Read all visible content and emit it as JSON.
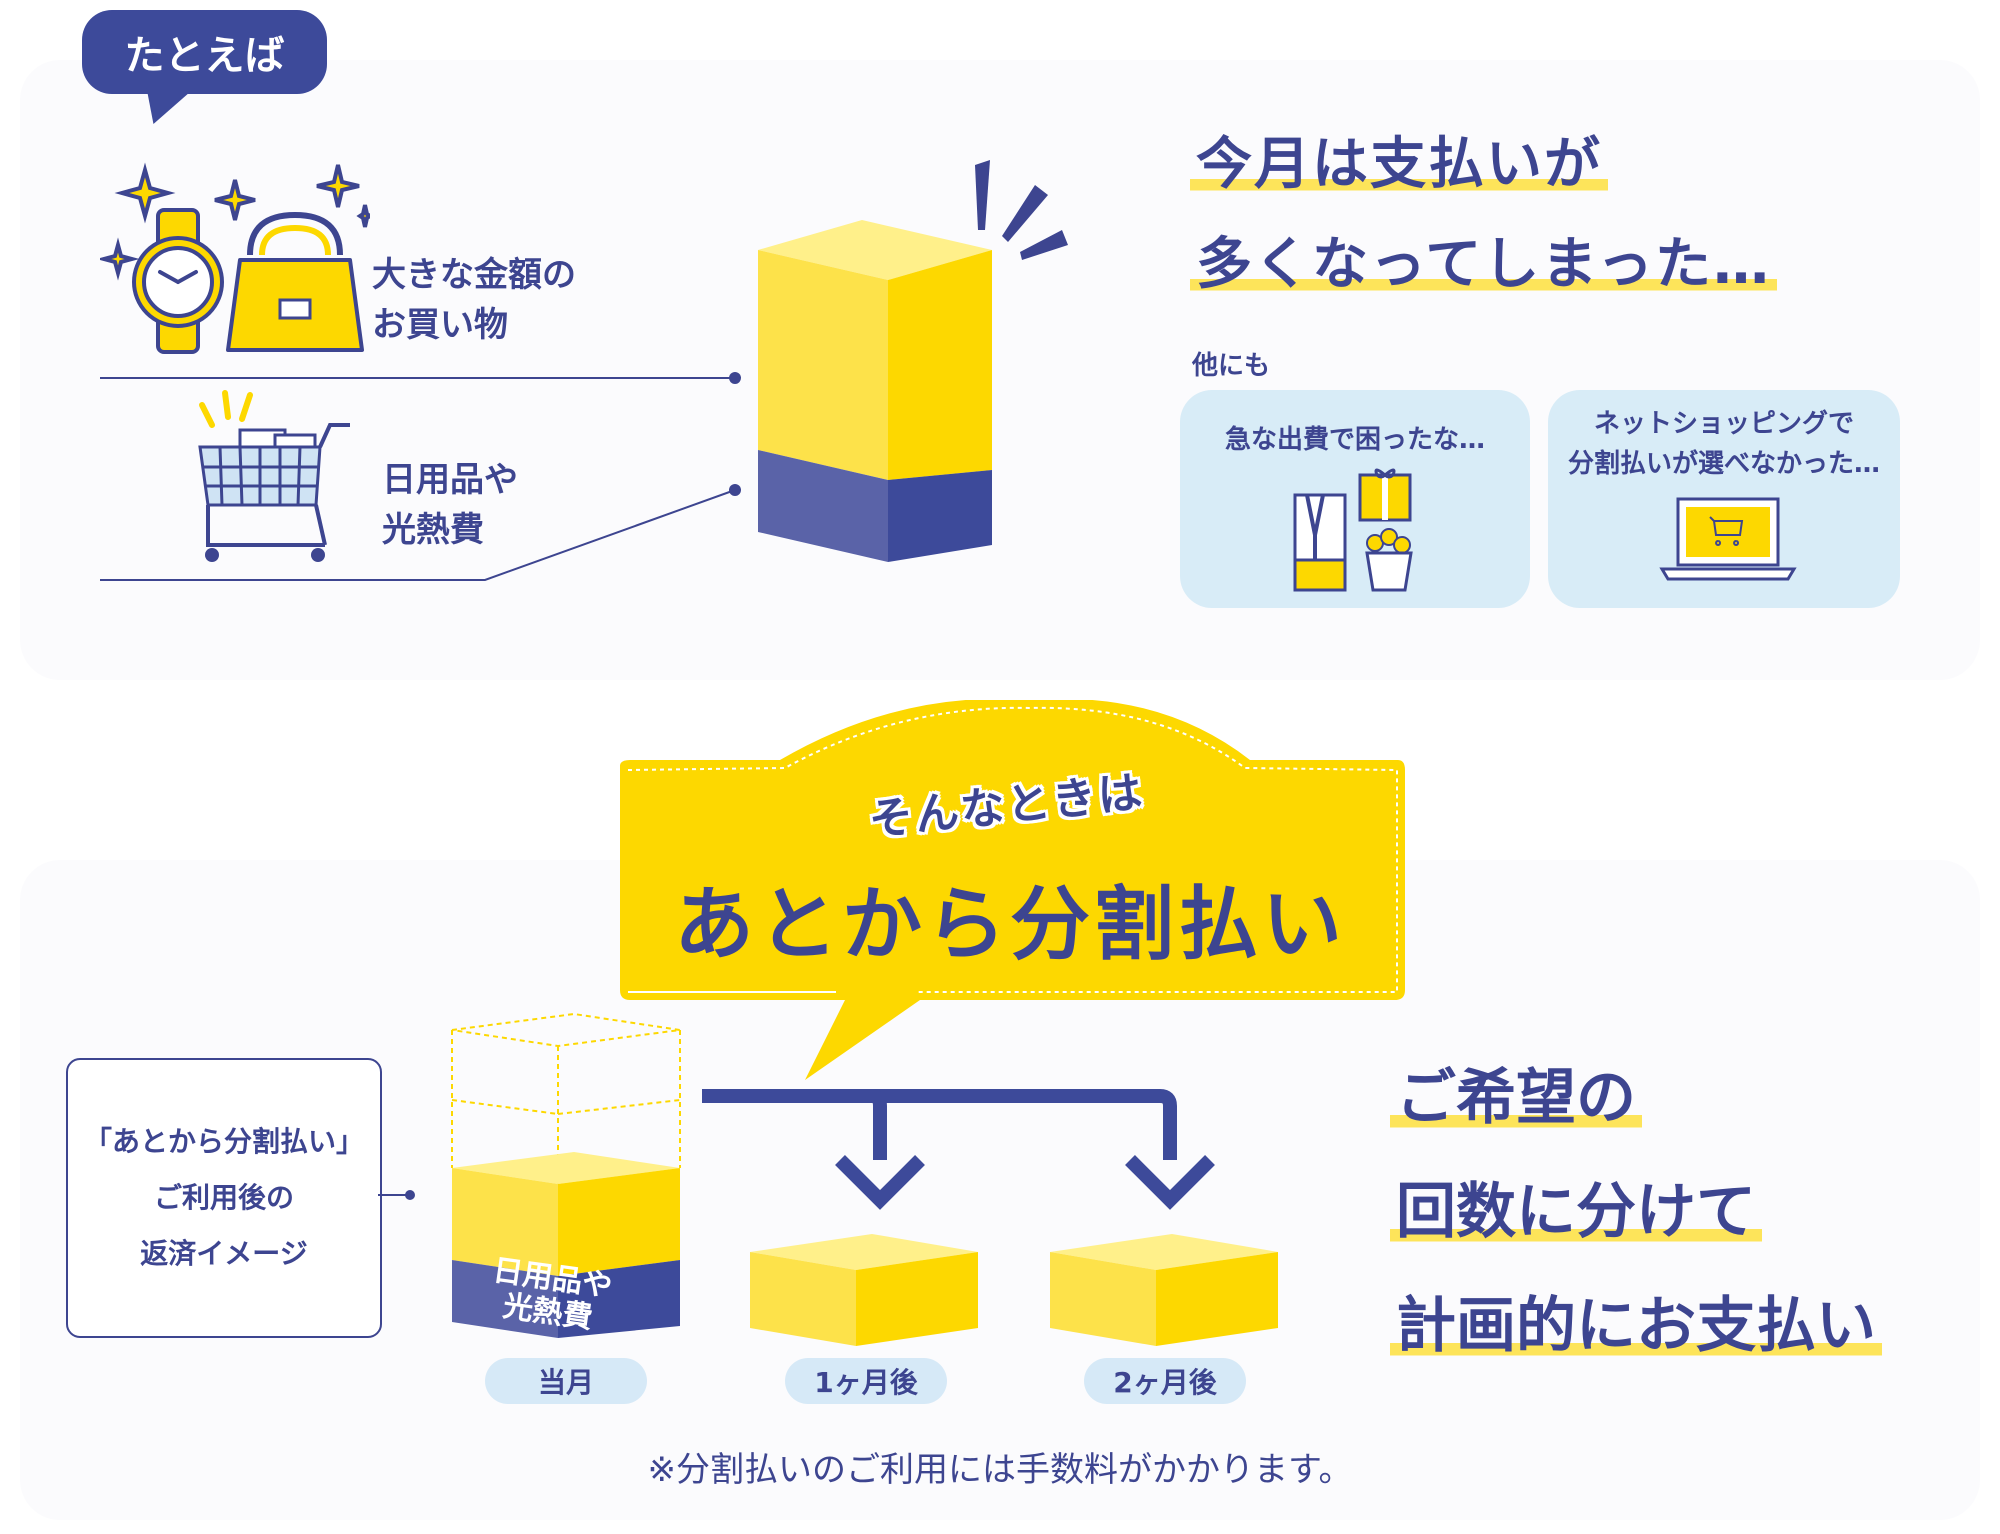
{
  "top": {
    "tag": "たとえば",
    "categories": [
      {
        "line1": "大きな金額の",
        "line2": "お買い物"
      },
      {
        "line1": "日用品や",
        "line2": "光熱費"
      }
    ],
    "headline": {
      "line1": "今月は支払いが",
      "line2": "多くなってしまった…"
    },
    "others_label": "他にも",
    "cards": [
      {
        "lines": [
          "急な出費で困ったな…"
        ]
      },
      {
        "lines": [
          "ネットショッピングで",
          "分割払いが選べなかった…"
        ]
      }
    ]
  },
  "bottom": {
    "bubble_small": "そんなときは",
    "bubble_title": "あとから分割払い",
    "side_box": [
      "「あとから分割払い」",
      "ご利用後の",
      "返済イメージ"
    ],
    "bar_label": {
      "line1": "日用品や",
      "line2": "光熱費"
    },
    "pills": [
      "当月",
      "1ヶ月後",
      "2ヶ月後"
    ],
    "right_text": [
      "ご希望の",
      "回数に分けて",
      "計画的にお支払い"
    ],
    "note": "※分割払いのご利用には手数料がかかります。"
  },
  "colors": {
    "navy": "#3d4a9a",
    "yellow": "#fdd800",
    "light_yellow": "#fde45a",
    "light_blue": "#d8ecf7"
  }
}
